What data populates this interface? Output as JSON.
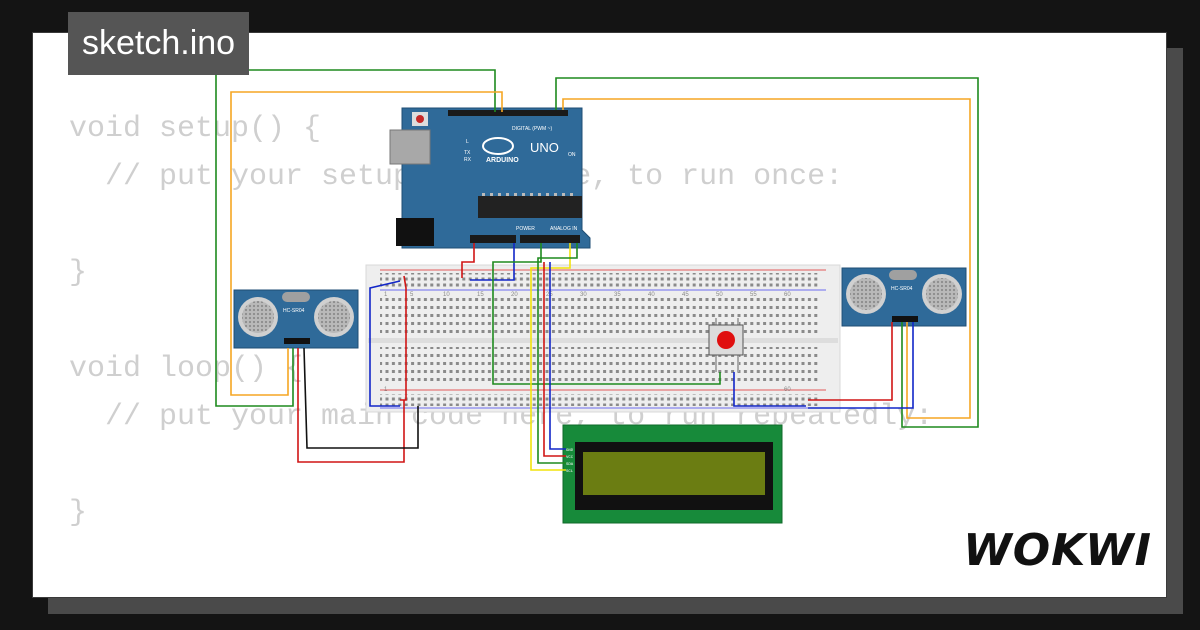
{
  "header": {
    "tab_title": "sketch.ino"
  },
  "editor": {
    "code_lines": [
      "void setup() {",
      "  // put your setup code here, to run once:",
      "",
      "}",
      "",
      "void loop() {",
      "  // put your main code here, to run repeatedly:",
      "",
      "}"
    ]
  },
  "brand": {
    "logo_text": "WOKWI"
  },
  "components": {
    "arduino": {
      "board_name": "UNO",
      "brand_label": "ARDUINO",
      "digital_label": "DIGITAL (PWM ~)",
      "power_label": "POWER",
      "analog_label": "ANALOG IN",
      "on_label": "ON",
      "l_label": "L",
      "tx_label": "TX",
      "rx_label": "RX"
    },
    "ultrasonic_left": {
      "model": "HC-SR04"
    },
    "ultrasonic_right": {
      "model": "HC-SR04"
    },
    "breadboard": {
      "column_numbers": [
        "1",
        "5",
        "10",
        "15",
        "20",
        "25",
        "30",
        "35",
        "40",
        "45",
        "50",
        "55",
        "60"
      ]
    },
    "lcd": {
      "pin_labels": [
        "GND",
        "VCC",
        "SDA",
        "SCL"
      ]
    }
  },
  "colors": {
    "background": "#141414",
    "tab_background": "#555555",
    "board_blue": "#2f6a99",
    "lcd_green": "#178a3a",
    "lcd_screen": "#6b7d12",
    "wire_green": "#1e8a1e",
    "wire_orange": "#f5a623",
    "wire_red": "#d01515",
    "wire_blue": "#1226c8",
    "wire_yellow": "#f2e30c",
    "wire_black": "#111111",
    "button_red": "#e01010"
  }
}
